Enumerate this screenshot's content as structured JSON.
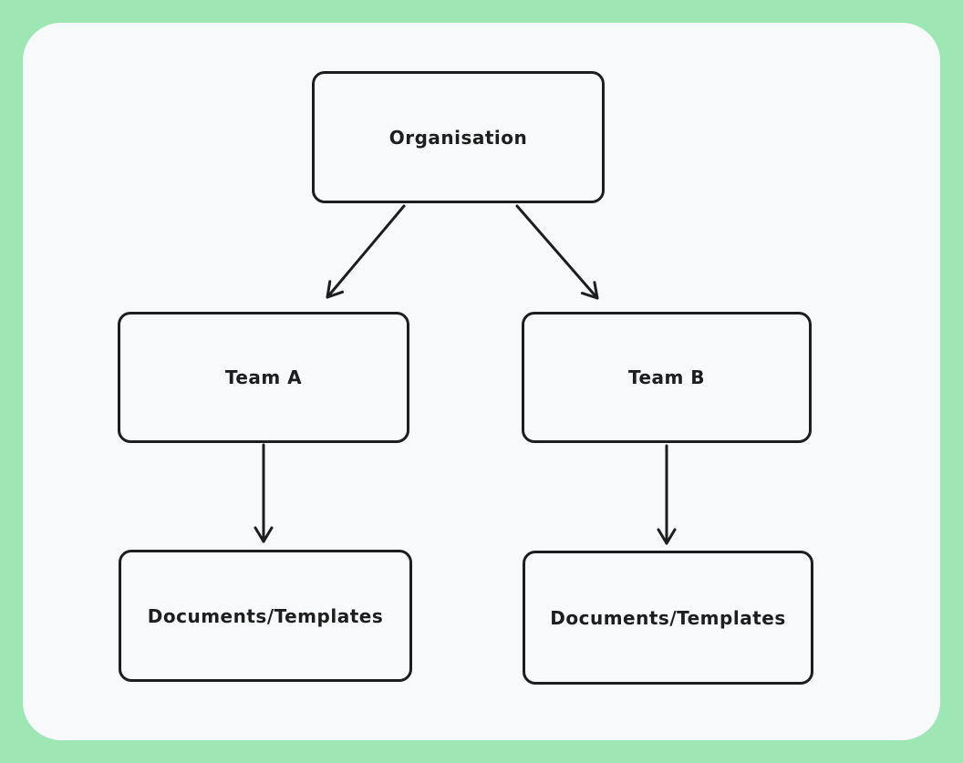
{
  "canvas": {
    "background_color": "#9ee7b5",
    "panel_color": "#f8f9fb",
    "stroke_color": "#1e1e1e",
    "style": "hand-drawn whiteboard (excalidraw-like)"
  },
  "diagram": {
    "type": "org-tree",
    "nodes": [
      {
        "id": "organisation",
        "label": "Organisation"
      },
      {
        "id": "team-a",
        "label": "Team A"
      },
      {
        "id": "team-b",
        "label": "Team B"
      },
      {
        "id": "docs-a",
        "label": "Documents/Templates"
      },
      {
        "id": "docs-b",
        "label": "Documents/Templates"
      }
    ],
    "edges": [
      {
        "from": "organisation",
        "to": "team-a",
        "arrowhead": "end"
      },
      {
        "from": "organisation",
        "to": "team-b",
        "arrowhead": "end"
      },
      {
        "from": "team-a",
        "to": "docs-a",
        "arrowhead": "end"
      },
      {
        "from": "team-b",
        "to": "docs-b",
        "arrowhead": "end"
      }
    ]
  }
}
